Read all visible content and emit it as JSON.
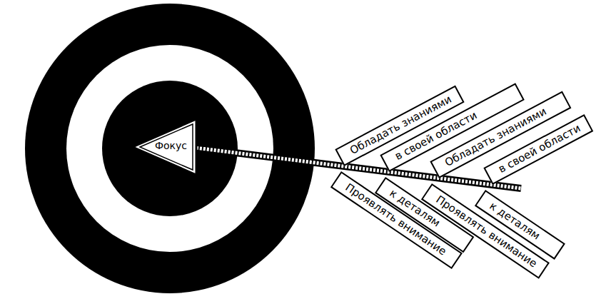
{
  "diagram": {
    "nodes": [
      {
        "text": [
          "Фокус"
        ]
      },
      {
        "text": [
          "Обладать знаниями"
        ]
      },
      {
        "text": [
          "в своей области"
        ]
      },
      {
        "text": [
          "Обладать знаниями"
        ]
      },
      {
        "text": [
          "в своей области"
        ]
      },
      {
        "text": [
          "Проявлять внимание"
        ]
      },
      {
        "text": [
          "к деталям"
        ]
      },
      {
        "text": [
          "Проявлять внимание"
        ]
      },
      {
        "text": [
          "к деталям"
        ]
      }
    ]
  }
}
